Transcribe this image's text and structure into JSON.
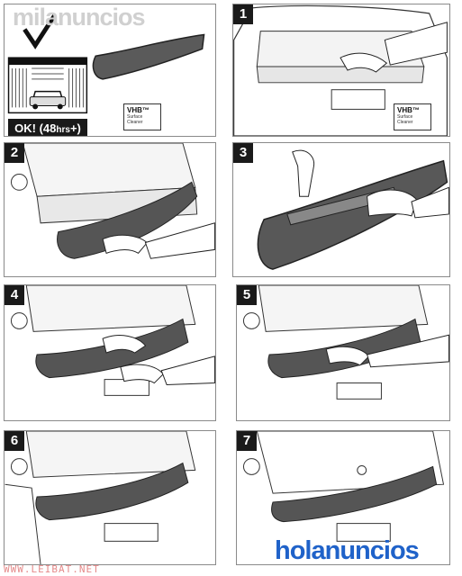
{
  "watermark_top": "milanuncios",
  "intro": {
    "ok_label": "OK! (48",
    "ok_small": "hrs",
    "ok_suffix": "+)",
    "vhb_title": "VHB™",
    "vhb_line1": "Surface",
    "vhb_line2": "Cleaner"
  },
  "steps": [
    {
      "number": "1"
    },
    {
      "number": "2"
    },
    {
      "number": "3"
    },
    {
      "number": "4"
    },
    {
      "number": "5"
    },
    {
      "number": "6"
    },
    {
      "number": "7"
    }
  ],
  "step1_vhb": {
    "title": "VHB™",
    "line1": "Surface",
    "line2": "Cleaner"
  },
  "brand": "holanuncios",
  "watermark_bottom": "WWW.LEIBAT.NET",
  "colors": {
    "brand_blue": "#1f62c9",
    "badge_black": "#1a1a1a",
    "panel_border": "#8a8a8a",
    "watermark_red": "#e58a8a"
  }
}
